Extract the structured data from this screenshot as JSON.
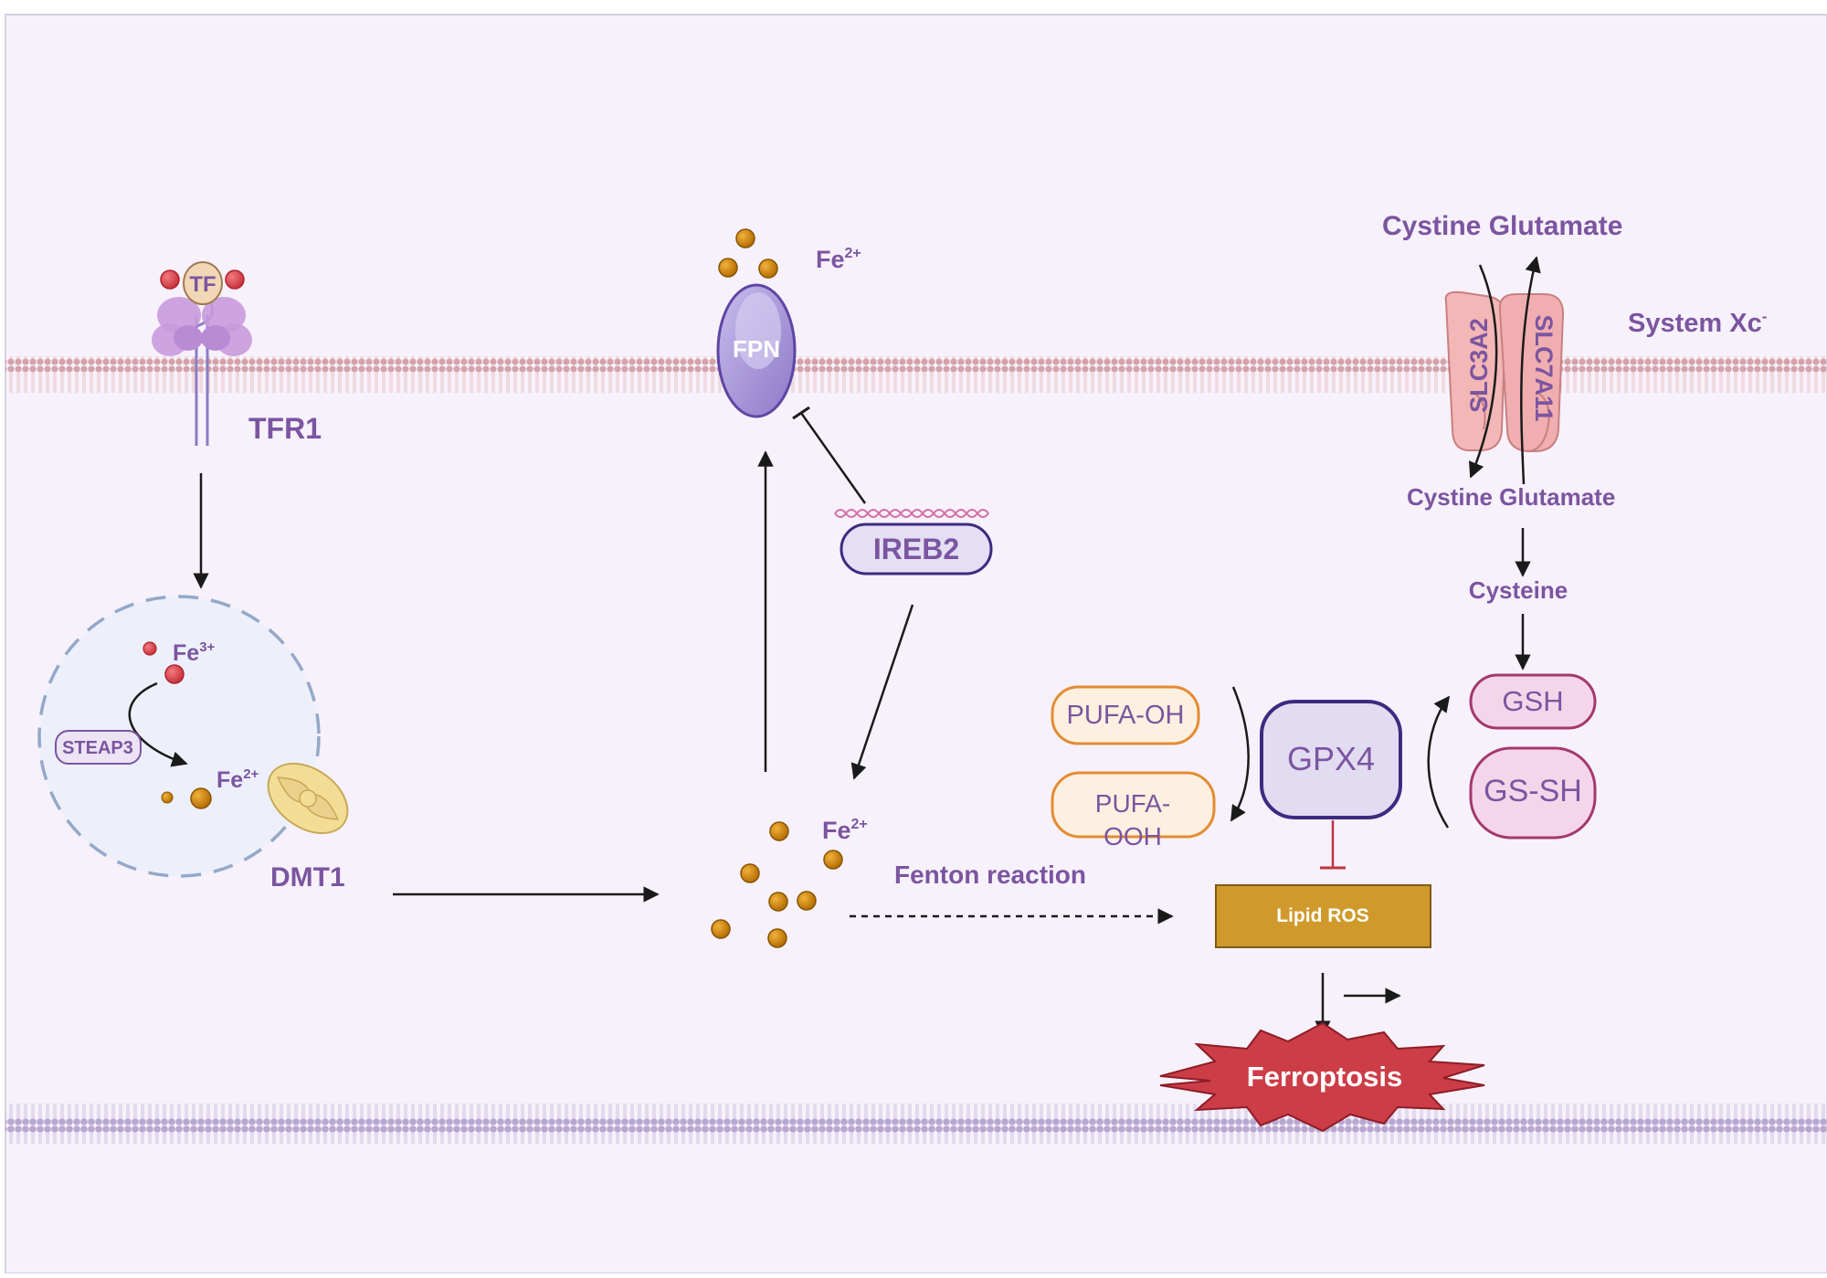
{
  "labels": {
    "tf": "TF",
    "tfr1": "TFR1",
    "fe3_base": "Fe",
    "fe3_sup": "3+",
    "steap3": "STEAP3",
    "fe2_endo_base": "Fe",
    "fe2_endo_sup": "2+",
    "dmt1": "DMT1",
    "fpn": "FPN",
    "fe2_top_base": "Fe",
    "fe2_top_sup": "2+",
    "ireb2": "IREB2",
    "fe2_pool_base": "Fe",
    "fe2_pool_sup": "2+",
    "fenton": "Fenton reaction",
    "cystine_glutamate_top": "Cystine Glutamate",
    "system_xc_base": "System Xc",
    "system_xc_sup": "-",
    "slc3a2": "SLC3A2",
    "slc7a11": "SLC7A11",
    "cystine_glutamate_bottom": "Cystine Glutamate",
    "cysteine": "Cysteine",
    "gsh": "GSH",
    "gssh": "GS-SH",
    "gpx4": "GPX4",
    "pufa_oh": "PUFA-OH",
    "pufa_ooh_line1": "PUFA-",
    "pufa_ooh_line2": "OOH",
    "lipid_ros": "Lipid ROS",
    "ferroptosis": "Ferroptosis"
  },
  "colors": {
    "background": "#f7f1fb",
    "purple_text": "#7b55a0",
    "iron_orange": "#d48a10",
    "iron_red": "#e0454e",
    "lipid_ros_fill": "#cf9a2b",
    "ferroptosis_fill": "#cc3d47",
    "membrane": "#d9a6ae",
    "lower_membrane": "#c0b1d6"
  }
}
